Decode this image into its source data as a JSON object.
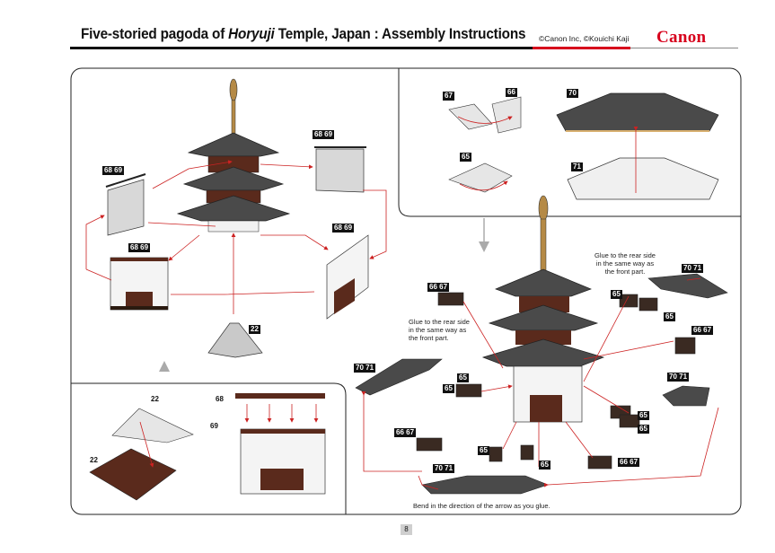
{
  "header": {
    "title_part1": "Five-storied pagoda of ",
    "title_italic": "Horyuji",
    "title_part2": " Temple, Japan : Assembly Instructions",
    "copyright": "©Canon Inc, ©Kouichi Kaji",
    "brand": "Canon"
  },
  "colors": {
    "brand_red": "#d7001c",
    "roof": "#4a4a4a",
    "wood": "#5a2a1c",
    "arrow": "#cc2222"
  },
  "labels": {
    "left_top_68_69_a": "68 69",
    "left_top_68_69_b": "68 69",
    "left_68_69_c": "68 69",
    "left_68_69_d": "68 69",
    "left_22": "22",
    "right_67": "67",
    "right_66": "66",
    "right_65": "65",
    "right_70": "70",
    "right_71": "71",
    "inset_22_a": "22",
    "inset_22_b": "22",
    "inset_68": "68",
    "inset_69": "69",
    "main_66_67_a": "66 67",
    "main_70_71_a": "70 71",
    "main_65_a": "65",
    "main_65_b": "65",
    "main_66_67_b": "66 67",
    "main_66_67_c": "66 67",
    "main_65_c": "65",
    "main_65_d": "65",
    "main_70_71_b": "70 71",
    "main_65_e": "65",
    "main_65_f": "65",
    "main_70_71_c": "70 71",
    "main_65_g": "65",
    "main_66_67_d": "66 67",
    "main_65_h": "65",
    "main_70_71_d": "70 71"
  },
  "notes": {
    "glue_rear_right": "Glue to the rear side\nin the same way as\nthe front part.",
    "glue_rear_left": "Glue to the rear side\nin the same way as\nthe front part.",
    "bend": "Bend in the direction of the arrow as you glue."
  },
  "footer": {
    "page_number": "8"
  }
}
